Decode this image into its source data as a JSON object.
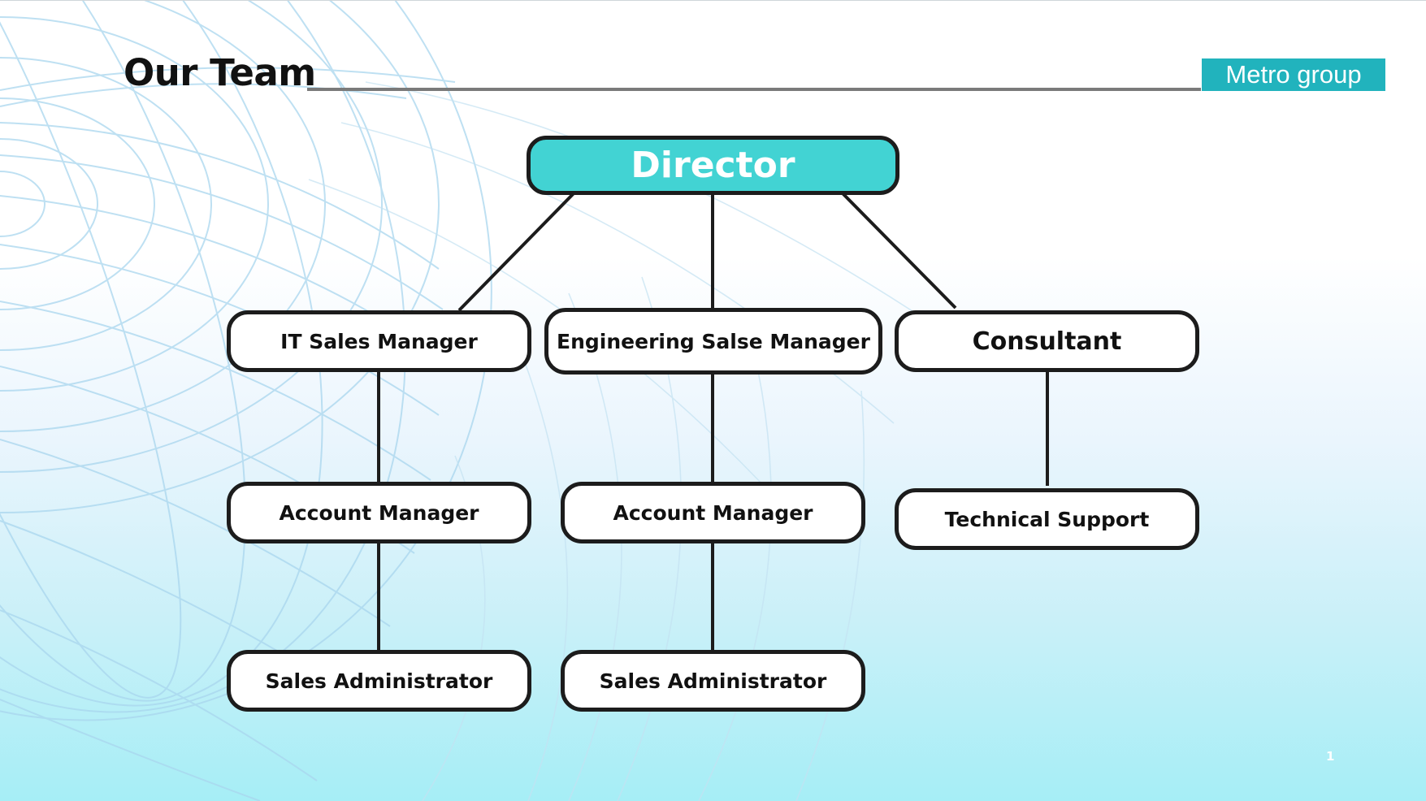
{
  "slide": {
    "title": "Our Team",
    "brand": "Metro group",
    "page_number": "1"
  },
  "org_chart": {
    "director": "Director",
    "it_sales_manager": "IT Sales Manager",
    "engineering_sales_manager": "Engineering Salse Manager",
    "consultant": "Consultant",
    "it_account_manager": "Account Manager",
    "eng_account_manager": "Account Manager",
    "technical_support": "Technical Support",
    "it_sales_administrator": "Sales Administrator",
    "eng_sales_administrator": "Sales Administrator"
  },
  "colors": {
    "director_fill": "#42d3d3",
    "brand_fill": "#21b3bd",
    "globe_lines": "#a9d6ee"
  }
}
